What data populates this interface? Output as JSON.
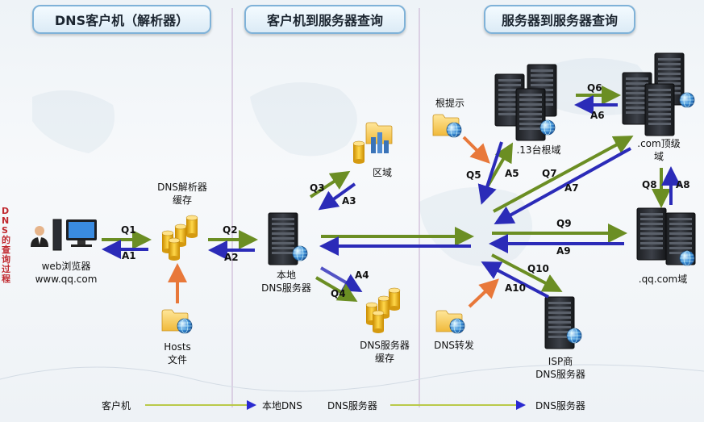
{
  "headers": {
    "client": "DNS客户机（解析器）",
    "client_to_server": "客户机到服务器查询",
    "server_to_server": "服务器到服务器查询"
  },
  "side_title": "DNS的查询过程",
  "nodes": {
    "browser": "web浏览器\nwww.qq.com",
    "resolver_cache": "DNS解析器\n缓存",
    "hosts": "Hosts\n文件",
    "local_dns": "本地\nDNS服务器",
    "zone": "区域",
    "server_cache": "DNS服务器\n缓存",
    "root_hint": "根提示",
    "root": ".13台根域",
    "com": ".com顶级\n域",
    "qqcom": ".qq.com域",
    "isp": "ISP商\nDNS服务器",
    "forwarder": "DNS转发"
  },
  "messages": {
    "q1": "Q1",
    "a1": "A1",
    "q2": "Q2",
    "a2": "A2",
    "q3": "Q3",
    "a3": "A3",
    "q4": "Q4",
    "a4": "A4",
    "q5": "Q5",
    "a5": "A5",
    "q6": "Q6",
    "a6": "A6",
    "q7": "Q7",
    "a7": "A7",
    "q8": "Q8",
    "a8": "A8",
    "q9": "Q9",
    "a9": "A9",
    "q10": "Q10",
    "a10": "A10"
  },
  "footer": {
    "client": "客户机",
    "local_dns": "本地DNS",
    "dns_server_1": "DNS服务器",
    "dns_server_2": "DNS服务器"
  },
  "colors": {
    "query_arrow": "#6b8e23",
    "answer_arrow": "#2b2bb8",
    "hint_arrow": "#e8783a",
    "header_border": "#7fb2d8"
  }
}
